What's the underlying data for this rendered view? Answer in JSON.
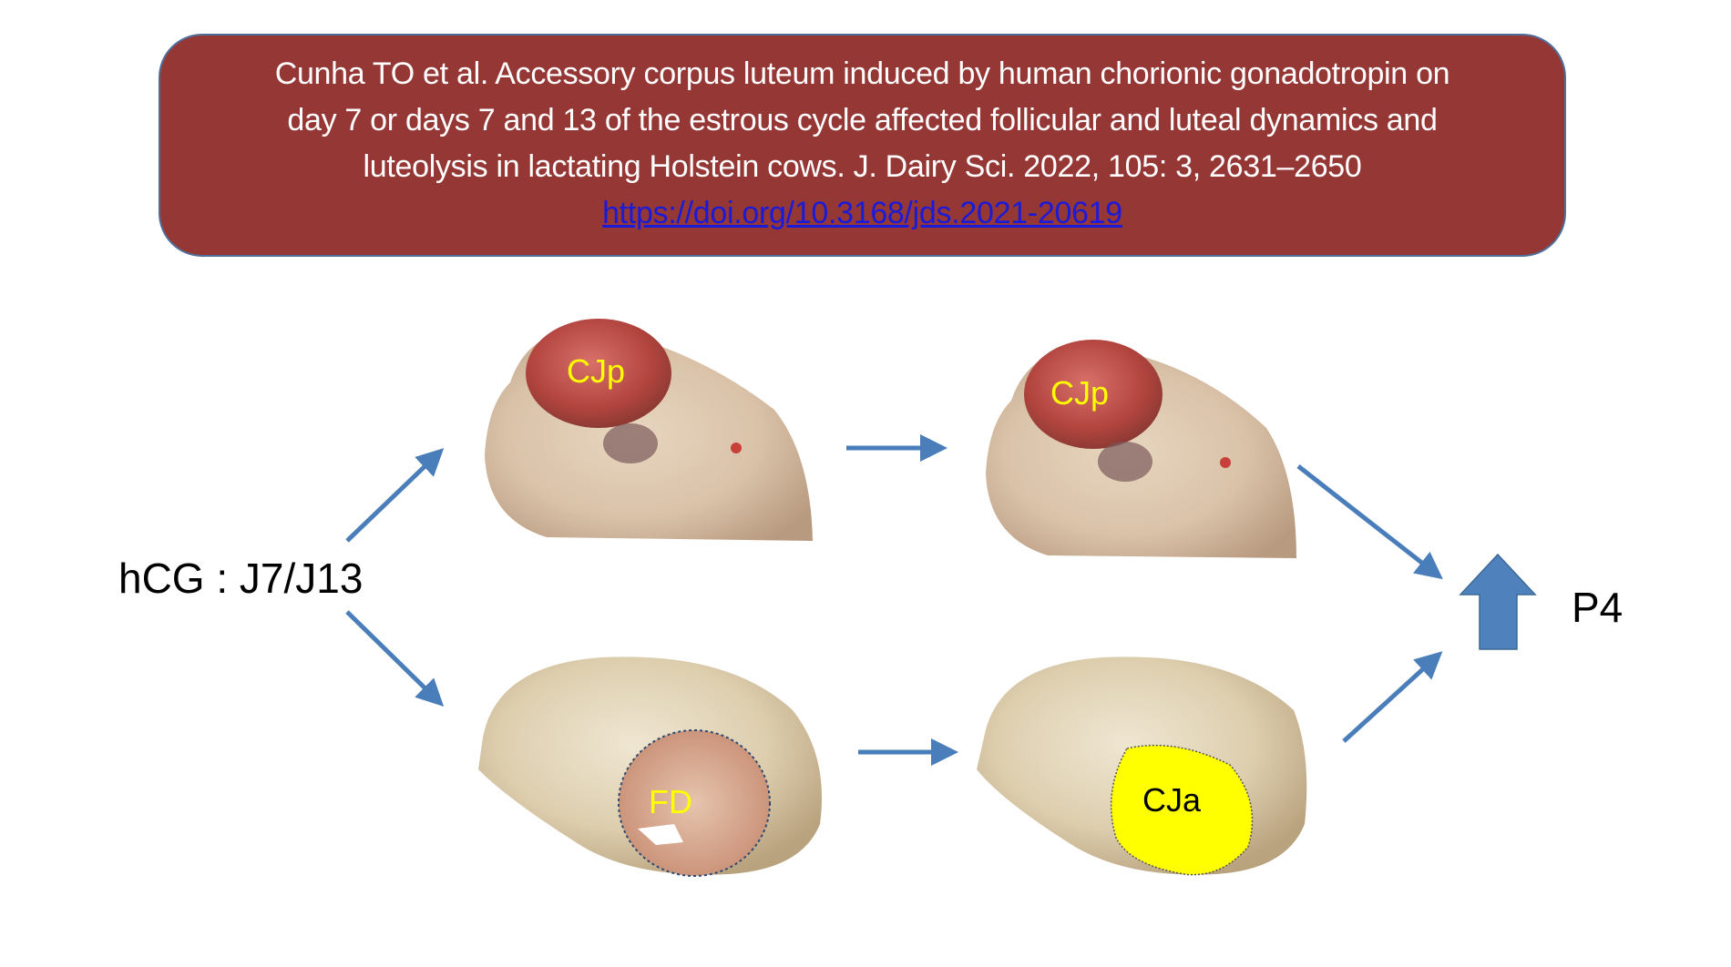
{
  "citation": {
    "lines": [
      "Cunha TO et al. Accessory corpus luteum induced by human chorionic gonadotropin on",
      "day 7 or days 7 and 13 of the estrous cycle affected follicular and luteal dynamics and",
      "luteolysis in lactating Holstein cows. J. Dairy Sci. 2022, 105: 3, 2631–2650"
    ],
    "doi_link": "https://doi.org/10.3168/jds.2021-20619"
  },
  "diagram": {
    "treatment_label": "hCG : J7/J13",
    "top_left_label": "CJp",
    "top_right_label": "CJp",
    "bottom_left_label": "FD",
    "bottom_right_label": "CJa",
    "outcome_label": "P4",
    "colors": {
      "arrow": "#4a7ebb",
      "box": "#953735",
      "highlight": "#ffff00"
    }
  }
}
